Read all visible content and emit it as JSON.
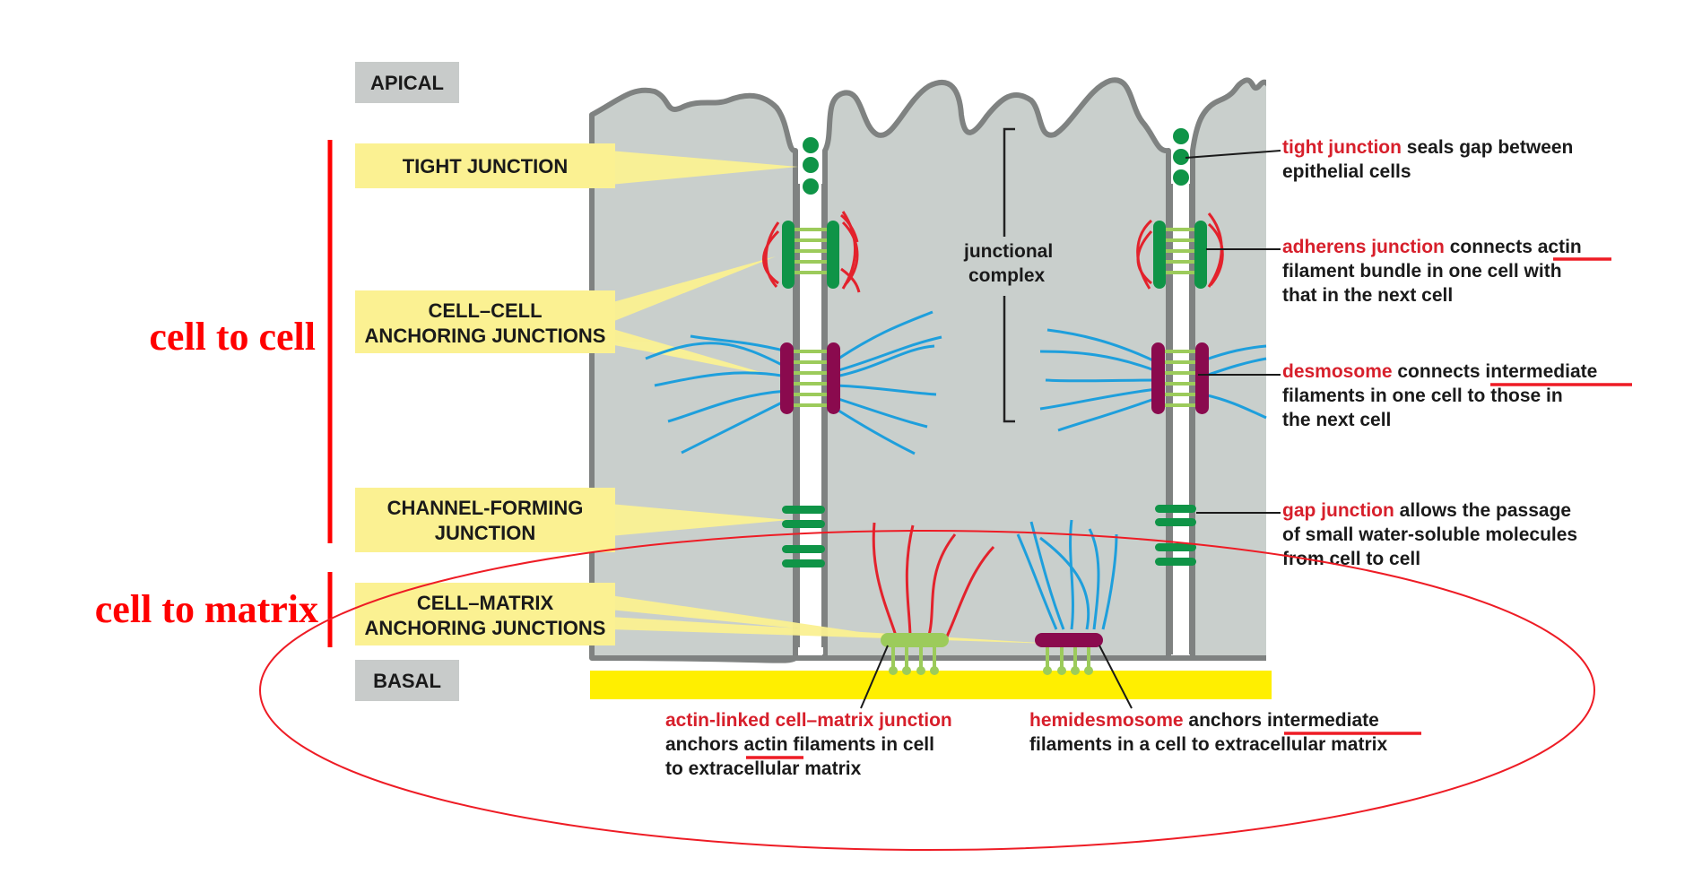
{
  "figure": {
    "region_labels": {
      "apical": "APICAL",
      "basal": "BASAL"
    },
    "callout_boxes": [
      {
        "id": "tight",
        "lines": [
          "TIGHT JUNCTION"
        ]
      },
      {
        "id": "cell-cell",
        "lines": [
          "CELL–CELL",
          "ANCHORING JUNCTIONS"
        ]
      },
      {
        "id": "channel",
        "lines": [
          "CHANNEL-FORMING",
          "JUNCTION"
        ]
      },
      {
        "id": "cell-matrix",
        "lines": [
          "CELL–MATRIX",
          "ANCHORING JUNCTIONS"
        ]
      }
    ],
    "junctional_complex": [
      "junctional",
      "complex"
    ],
    "annotations": {
      "cell_to_cell": "cell to cell",
      "cell_to_matrix": "cell to matrix"
    },
    "descriptions": {
      "tight_junction": {
        "term": "tight junction",
        "line1": " seals gap between",
        "line2": "epithelial cells"
      },
      "adherens_junction": {
        "term": "adherens junction",
        "line1": " connects ",
        "underlined": "actin",
        "line2": "filament bundle in one cell with",
        "line3": "that in the next cell"
      },
      "desmosome": {
        "term": "desmosome",
        "line1": " connects ",
        "underlined": "intermediate",
        "line2": "filaments in one cell to those in",
        "line3": "the next cell"
      },
      "gap_junction": {
        "term": "gap junction",
        "line1": " allows the passage",
        "line2": "of small water-soluble molecules",
        "line3": "from cell to cell"
      },
      "actin_linked": {
        "term": "actin-linked cell–matrix junction",
        "line2_pre": "anchors ",
        "underlined": "actin",
        "line2_post": " filaments in cell",
        "line3": "to extracellular matrix"
      },
      "hemidesmosome": {
        "term": "hemidesmosome",
        "line1": " anchors ",
        "underlined": "intermediate",
        "line2": "filaments in a cell to extracellular matrix"
      }
    },
    "colors": {
      "cell_fill": "#c9cfcc",
      "membrane": "#7f8281",
      "tight_green": "#0f9447",
      "linker_green": "#9ccb5b",
      "desmosome_purple": "#8a0a4e",
      "actin_red": "#e3222c",
      "keratin_blue": "#1e9fdc",
      "callout_yellow": "#fbf192",
      "basal_lamina": "#ffef00",
      "label_gray": "#c8cbca",
      "term_red": "#d71f2b",
      "annotation_red": "#ff0000"
    }
  }
}
